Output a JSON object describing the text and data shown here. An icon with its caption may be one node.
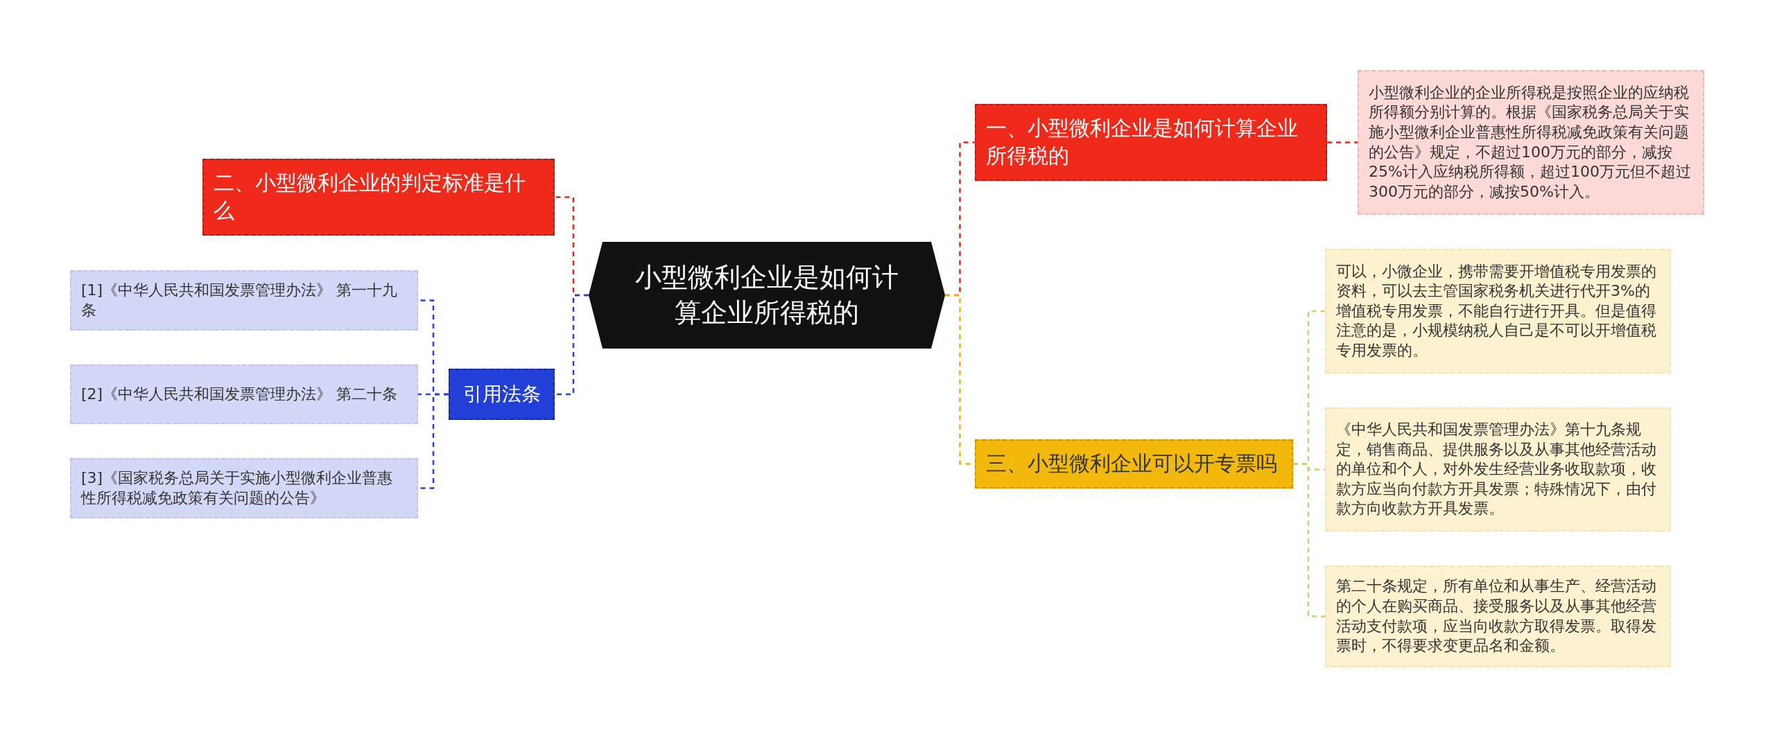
{
  "diagram": {
    "nodes": [
      {
        "text": [
          "小型微利企业是如何计算企业所得税的"
        ]
      },
      {
        "text": [
          "一、小型微利企业是如何计算企业所得税的"
        ]
      },
      {
        "text": [
          "小型微利企业的企业所得税是按照企业的应纳税所得额分别计算的。根据《国家税务总局关于实施小型微利企业普惠性所得税减免政策有关问题的公告》规定，不超过100万元的部分，减按25%计入应纳税所得额，超过100万元但不超过300万元的部分，减按50%计入。"
        ]
      },
      {
        "text": [
          "二、小型微利企业的判定标准是什么"
        ]
      },
      {
        "text": [
          "引用法条"
        ]
      },
      {
        "text": [
          "[1]《中华人民共和国发票管理办法》 第一十九条"
        ]
      },
      {
        "text": [
          "[2]《中华人民共和国发票管理办法》 第二十条"
        ]
      },
      {
        "text": [
          "[3]《国家税务总局关于实施小型微利企业普惠性所得税减免政策有关问题的公告》"
        ]
      },
      {
        "text": [
          "三、小型微利企业可以开专票吗"
        ]
      },
      {
        "text": [
          "可以，小微企业，携带需要开增值税专用发票的资料，可以去主管国家税务机关进行代开3%的增值税专用发票，不能自行进行开具。但是值得注意的是，小规模纳税人自己是不可以开增值税专用发票的。"
        ]
      },
      {
        "text": [
          "《中华人民共和国发票管理办法》第十九条规定，销售商品、提供服务以及从事其他经营活动的单位和个人，对外发生经营业务收取款项，收款方应当向付款方开具发票；特殊情况下，由付款方向收款方开具发票。"
        ]
      },
      {
        "text": [
          "第二十条规定，所有单位和从事生产、经营活动的个人在购买商品、接受服务以及从事其他经营活动支付款项，应当向收款方取得发票。取得发票时，不得要求变更品名和金额。"
        ]
      }
    ],
    "edges": [
      {
        "from": 0,
        "to": 1,
        "arrow": "none",
        "style": "dashed",
        "color": "#e0261b"
      },
      {
        "from": 1,
        "to": 2,
        "arrow": "none",
        "style": "dashed",
        "color": "#e0261b"
      },
      {
        "from": 0,
        "to": 3,
        "arrow": "none",
        "style": "dashed",
        "color": "#e0261b"
      },
      {
        "from": 0,
        "to": 4,
        "arrow": "none",
        "style": "dashed",
        "color": "#2a3fd0"
      },
      {
        "from": 4,
        "to": 5,
        "arrow": "none",
        "style": "dashed",
        "color": "#2a3fd0"
      },
      {
        "from": 4,
        "to": 6,
        "arrow": "none",
        "style": "dashed",
        "color": "#2a3fd0"
      },
      {
        "from": 4,
        "to": 7,
        "arrow": "none",
        "style": "dashed",
        "color": "#2a3fd0"
      },
      {
        "from": 0,
        "to": 8,
        "arrow": "none",
        "style": "dashed",
        "color": "#e8b10c"
      },
      {
        "from": 8,
        "to": 9,
        "arrow": "none",
        "style": "dashed",
        "color": "#d9c27a"
      },
      {
        "from": 8,
        "to": 10,
        "arrow": "none",
        "style": "dashed",
        "color": "#d9c27a"
      },
      {
        "from": 8,
        "to": 11,
        "arrow": "none",
        "style": "dashed",
        "color": "#d9c27a"
      }
    ]
  }
}
